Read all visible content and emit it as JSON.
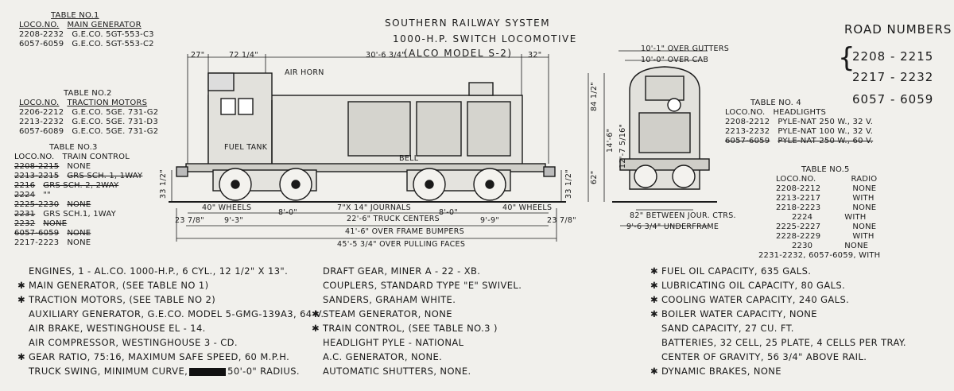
{
  "header": {
    "line1": "SOUTHERN RAILWAY SYSTEM",
    "line2": "1000-H.P.   SWITCH LOCOMOTIVE",
    "line3": "(ALCO MODEL S-2)"
  },
  "road_numbers": {
    "title": "ROAD NUMBERS",
    "values": [
      "2208 - 2215",
      "2217 - 2232",
      "6057 - 6059"
    ]
  },
  "table1": {
    "title": "TABLE NO.1",
    "headers": [
      "LOCO.NO.",
      "MAIN GENERATOR"
    ],
    "rows": [
      [
        "2208-2232",
        "G.E.CO. 5GT-553-C3"
      ],
      [
        "6057-6059",
        "G.E.CO. 5GT-553-C2"
      ]
    ]
  },
  "table2": {
    "title": "TABLE NO.2",
    "headers": [
      "LOCO.NO.",
      "TRACTION MOTORS"
    ],
    "rows": [
      [
        "2206-2212",
        "G.E.CO. 5GE. 731-G2"
      ],
      [
        "2213-2232",
        "G.E.CO. 5GE. 731-D3"
      ],
      [
        "6057-6089",
        "G.E.CO. 5GE. 731-G2"
      ]
    ]
  },
  "table3": {
    "title": "TABLE NO.3",
    "headers": [
      "LOCO.NO.",
      "TRAIN CONTROL"
    ],
    "rows": [
      [
        "2208-2215",
        "NONE"
      ],
      [
        "2213-2215",
        "GRS SCH. 1, 1WAY"
      ],
      [
        "2216",
        "GRS SCH. 2, 2WAY"
      ],
      [
        "2224",
        "\"\""
      ],
      [
        "2225-2230",
        "NONE"
      ],
      [
        "2231",
        "GRS SCH.1, 1WAY"
      ],
      [
        "2232",
        "NONE"
      ],
      [
        "6057-6059",
        "NONE"
      ],
      [
        "2217-2223",
        "NONE"
      ]
    ]
  },
  "table4": {
    "title": "TABLE NO. 4",
    "headers": [
      "LOCO.NO.",
      "HEADLIGHTS"
    ],
    "rows": [
      [
        "2208-2212",
        "PYLE-NAT 250 W., 32 V."
      ],
      [
        "2213-2232",
        "PYLE-NAT 100 W., 32 V."
      ],
      [
        "6057-6059",
        "PYLE-NAT 250 W., 60 V."
      ]
    ]
  },
  "table5": {
    "title": "TABLE NO.5",
    "headers": [
      "LOCO.NO.",
      "RADIO"
    ],
    "rows": [
      [
        "2208-2212",
        "NONE"
      ],
      [
        "2213-2217",
        "WITH"
      ],
      [
        "2218-2223",
        "NONE"
      ],
      [
        "2224",
        "WITH"
      ],
      [
        "2225-2227",
        "NONE"
      ],
      [
        "2228-2229",
        "WITH"
      ],
      [
        "2230",
        "NONE"
      ]
    ],
    "footer": "2231-2232, 6057-6059, WITH"
  },
  "drawing_labels": {
    "air_horn": "AIR HORN",
    "fuel_tank": "FUEL TANK",
    "bell": "BELL",
    "wheels_left": "40\" WHEELS",
    "wheels_right": "40\" WHEELS",
    "journals": "7\"X 14\" JOURNALS",
    "truck_centers": "22'-6\" TRUCK CENTERS",
    "over_frame": "41'-6\" OVER FRAME BUMPERS",
    "over_faces": "45'-5 3/4\" OVER PULLING FACES",
    "over_gutters": "10'-1\" OVER GUTTERS",
    "over_cab": "10'-0\" OVER CAB",
    "between_jour": "82\" BETWEEN JOUR. CTRS.",
    "underframe": "9'-6 3/4\" UNDERFRAME"
  },
  "dimensions": {
    "top": [
      "27\"",
      "72 1/4\"",
      "30'-6 3/4\"",
      "32\""
    ],
    "bottom": [
      "23 7/8\"",
      "9'-3\"",
      "8'-0\"",
      "8'-0\"",
      "9'-9\"",
      "23 7/8\""
    ],
    "vertical": [
      "84 1/2\"",
      "62\"",
      "33 1/2\"",
      "14'-6\"",
      "12'-7 5/16\"",
      "33 1/2\""
    ]
  },
  "specs_left": [
    {
      "bullet": "",
      "text": "ENGINES,  1 - AL.CO. 1000-H.P., 6 CYL., 12 1/2\" X 13\"."
    },
    {
      "bullet": "✱",
      "text": "MAIN GENERATOR, (SEE TABLE NO 1)"
    },
    {
      "bullet": "✱",
      "text": "TRACTION MOTORS, (SEE TABLE NO 2)"
    },
    {
      "bullet": "",
      "text": "AUXILIARY GENERATOR,  G.E.CO. MODEL 5-GMG-139A3, 64 V."
    },
    {
      "bullet": "",
      "text": "AIR BRAKE,  WESTINGHOUSE EL - 14."
    },
    {
      "bullet": "",
      "text": "AIR COMPRESSOR,  WESTINGHOUSE  3 - CD."
    },
    {
      "bullet": "✱",
      "text": "GEAR RATIO,  75:16,  MAXIMUM SAFE SPEED, 60 M.P.H."
    },
    {
      "bullet": "",
      "text": "TRUCK SWING, MINIMUM CURVE,",
      "tail": "50'-0\" RADIUS."
    }
  ],
  "specs_mid": [
    {
      "bullet": "",
      "text": "DRAFT GEAR,  MINER A - 22 - XB."
    },
    {
      "bullet": "",
      "text": "COUPLERS,  STANDARD TYPE \"E\" SWIVEL."
    },
    {
      "bullet": "",
      "text": "SANDERS,  GRAHAM WHITE."
    },
    {
      "bullet": "✱",
      "text": "STEAM GENERATOR,  NONE"
    },
    {
      "bullet": "✱",
      "text": "TRAIN CONTROL, (SEE TABLE NO.3 )"
    },
    {
      "bullet": "",
      "text": "HEADLIGHT  PYLE - NATIONAL"
    },
    {
      "bullet": "",
      "text": "A.C. GENERATOR,  NONE."
    },
    {
      "bullet": "",
      "text": "AUTOMATIC SHUTTERS,  NONE."
    }
  ],
  "specs_right": [
    {
      "bullet": "✱",
      "text": "FUEL OIL CAPACITY,  635 GALS."
    },
    {
      "bullet": "✱",
      "text": "LUBRICATING OIL CAPACITY,  80 GALS."
    },
    {
      "bullet": "✱",
      "text": "COOLING WATER CAPACITY,  240 GALS."
    },
    {
      "bullet": "✱",
      "text": "BOILER WATER CAPACITY,  NONE"
    },
    {
      "bullet": "",
      "text": "SAND CAPACITY,  27 CU. FT."
    },
    {
      "bullet": "",
      "text": "BATTERIES, 32 CELL, 25 PLATE, 4 CELLS PER TRAY."
    },
    {
      "bullet": "",
      "text": "CENTER OF GRAVITY,  56 3/4\" ABOVE RAIL."
    },
    {
      "bullet": "✱",
      "text": "DYNAMIC BRAKES, NONE"
    }
  ]
}
